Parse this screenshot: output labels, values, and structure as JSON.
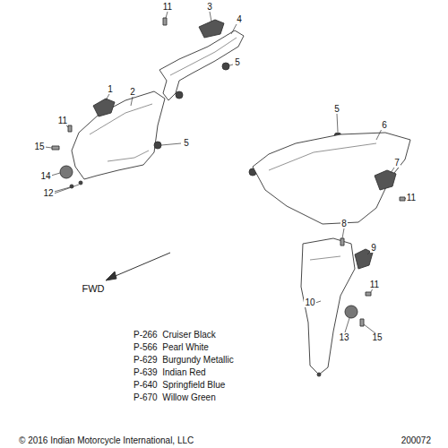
{
  "diagram": {
    "labels": [
      "11",
      "3",
      "4",
      "5",
      "1",
      "2",
      "11",
      "15",
      "14",
      "12",
      "5",
      "5",
      "6",
      "7",
      "11",
      "8",
      "9",
      "11",
      "10",
      "13",
      "15",
      "FWD",
      "P-266  Cruiser Black",
      "P-566  Pearl White",
      "P-629  Burgundy Metallic",
      "P-639  Indian Red",
      "P-640  Springfield Blue",
      "P-670  Willow Green",
      "© 2016 Indian Motorcycle International, LLC",
      "200072"
    ]
  }
}
